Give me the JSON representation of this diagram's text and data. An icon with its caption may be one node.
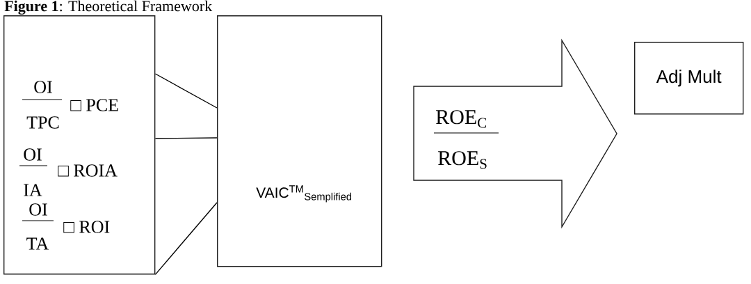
{
  "diagram": {
    "title": "**Figure 1**: Theoretical Framework",
    "nodes": [
      {
        "text": [
          "OI",
          "TPC",
          "□ PCE",
          "OI",
          "IA",
          "□ ROIA",
          "OI",
          "TA",
          "□ ROI"
        ]
      },
      {
        "text": [
          "VAIC$^{TM}$$_{Semplified}$"
        ]
      },
      {
        "text": [
          "ROE$_{C}$",
          "ROE$_{S}$"
        ]
      },
      {
        "text": [
          "Adj Mult"
        ]
      }
    ],
    "edges": [
      {
        "from": 0,
        "to": 1,
        "arrow": "none"
      },
      {
        "from": 0,
        "to": 1,
        "arrow": "none"
      },
      {
        "from": 0,
        "to": 1,
        "arrow": "none"
      }
    ]
  }
}
